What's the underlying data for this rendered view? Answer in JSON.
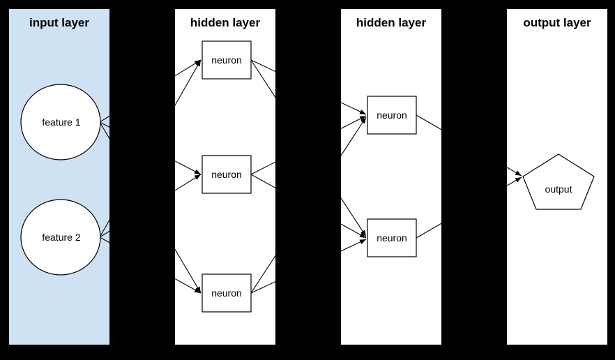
{
  "diagram": {
    "type": "neural-network-diagram",
    "background_color": "#000000",
    "edge_color": "#000000",
    "node_fill": "#ffffff",
    "layers": [
      {
        "title": "input layer",
        "panel_fill": "#cfe2f3",
        "nodes": [
          {
            "id": "feature-1",
            "label": "feature 1",
            "shape": "ellipse"
          },
          {
            "id": "feature-2",
            "label": "feature 2",
            "shape": "ellipse"
          }
        ]
      },
      {
        "title": "hidden layer",
        "panel_fill": "#ffffff",
        "nodes": [
          {
            "id": "h1-neuron-1",
            "label": "neuron",
            "shape": "rect"
          },
          {
            "id": "h1-neuron-2",
            "label": "neuron",
            "shape": "rect"
          },
          {
            "id": "h1-neuron-3",
            "label": "neuron",
            "shape": "rect"
          }
        ]
      },
      {
        "title": "hidden layer",
        "panel_fill": "#ffffff",
        "nodes": [
          {
            "id": "h2-neuron-1",
            "label": "neuron",
            "shape": "rect"
          },
          {
            "id": "h2-neuron-2",
            "label": "neuron",
            "shape": "rect"
          }
        ]
      },
      {
        "title": "output layer",
        "panel_fill": "#ffffff",
        "nodes": [
          {
            "id": "output",
            "label": "output",
            "shape": "pentagon"
          }
        ]
      }
    ],
    "edges": [
      {
        "from": "feature-1",
        "to": "h1-neuron-1"
      },
      {
        "from": "feature-1",
        "to": "h1-neuron-2"
      },
      {
        "from": "feature-1",
        "to": "h1-neuron-3"
      },
      {
        "from": "feature-2",
        "to": "h1-neuron-1"
      },
      {
        "from": "feature-2",
        "to": "h1-neuron-2"
      },
      {
        "from": "feature-2",
        "to": "h1-neuron-3"
      },
      {
        "from": "h1-neuron-1",
        "to": "h2-neuron-1"
      },
      {
        "from": "h1-neuron-1",
        "to": "h2-neuron-2"
      },
      {
        "from": "h1-neuron-2",
        "to": "h2-neuron-1"
      },
      {
        "from": "h1-neuron-2",
        "to": "h2-neuron-2"
      },
      {
        "from": "h1-neuron-3",
        "to": "h2-neuron-1"
      },
      {
        "from": "h1-neuron-3",
        "to": "h2-neuron-2"
      },
      {
        "from": "h2-neuron-1",
        "to": "output"
      },
      {
        "from": "h2-neuron-2",
        "to": "output"
      }
    ]
  }
}
